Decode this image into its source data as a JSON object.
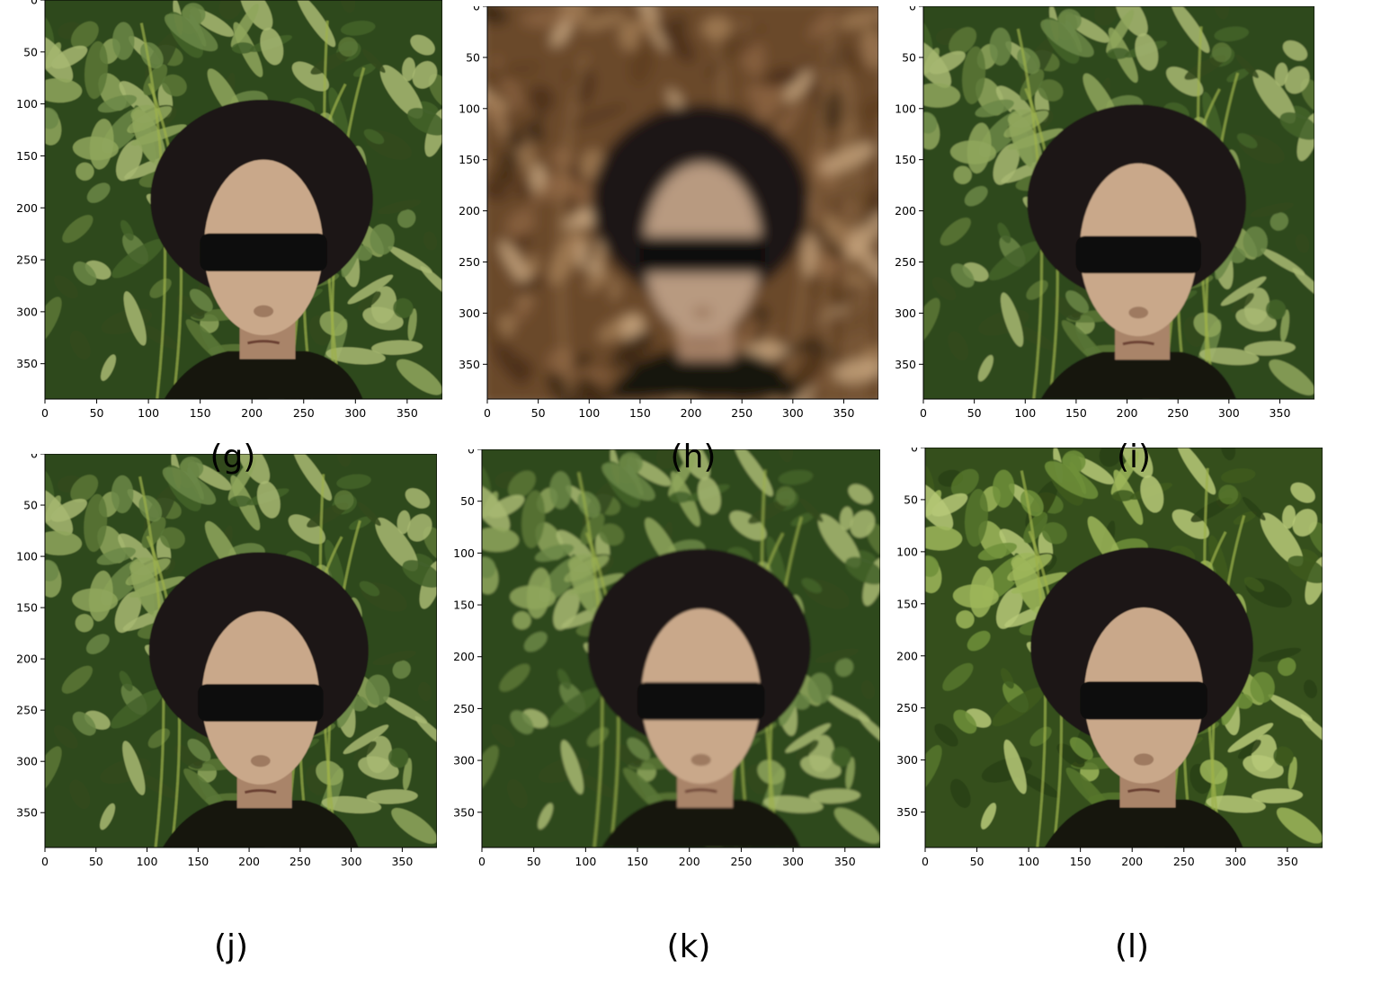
{
  "figure": {
    "x_ticks": [
      "0",
      "50",
      "100",
      "150",
      "200",
      "250",
      "300",
      "350"
    ],
    "y_ticks": [
      "0",
      "50",
      "100",
      "150",
      "200",
      "250",
      "300",
      "350"
    ],
    "axis_max": 384,
    "panels": [
      {
        "caption": "(g)",
        "quality": "sharp"
      },
      {
        "caption": "(h)",
        "quality": "blurry"
      },
      {
        "caption": "(i)",
        "quality": "slightly-soft"
      },
      {
        "caption": "(j)",
        "quality": "sharp"
      },
      {
        "caption": "(k)",
        "quality": "soft"
      },
      {
        "caption": "(l)",
        "quality": "ground-truth"
      }
    ],
    "colors": {
      "foliage_dark": "#2f4a1c",
      "foliage_light": "#7e9a4c",
      "hair": "#1b1714",
      "skin": "#c9a88a",
      "blurry_bg": "#6b4a2c"
    }
  }
}
